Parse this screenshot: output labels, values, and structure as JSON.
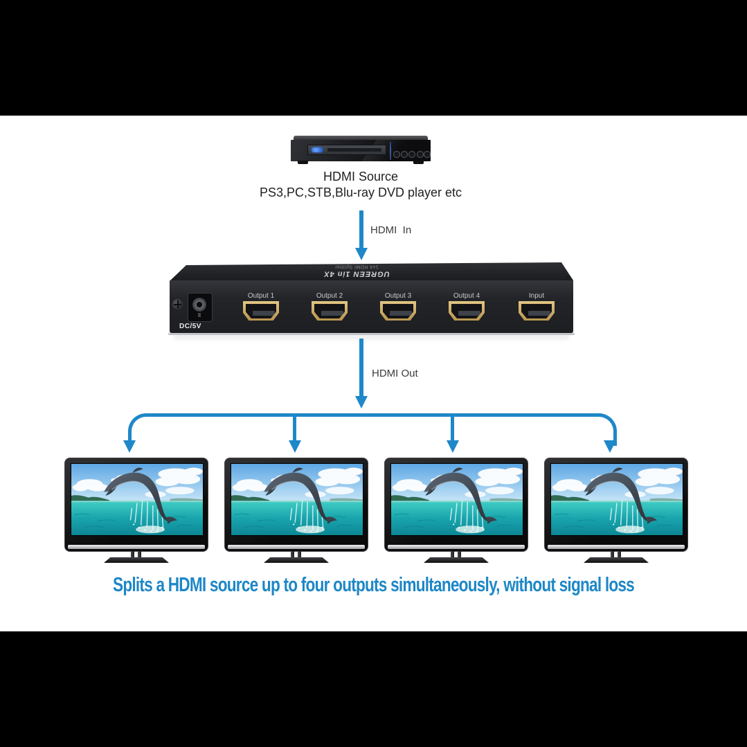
{
  "scene": {
    "background": "#ffffff",
    "letterbox_color": "#000000",
    "arrow_color": "#1e88c8"
  },
  "source": {
    "title": "HDMI Source",
    "subtitle": "PS3,PC,STB,Blu-ray DVD player etc"
  },
  "connections": {
    "input_label": "HDMI  In",
    "output_label": "HDMI Out"
  },
  "splitter": {
    "brand_large": "UGREEN 1in 4X",
    "brand_small": "1x4 HDMI Splitter",
    "power_label": "DC/5V",
    "ports": [
      {
        "label": "Output 1"
      },
      {
        "label": "Output 2"
      },
      {
        "label": "Output 3"
      },
      {
        "label": "Output 4"
      },
      {
        "label": "Input"
      }
    ]
  },
  "displays": {
    "count": 4,
    "content": "dolphin jumping over tropical sea"
  },
  "caption": {
    "text": "Splits a HDMI source up to four outputs simultaneously, without signal loss",
    "color": "#1d87c7"
  }
}
